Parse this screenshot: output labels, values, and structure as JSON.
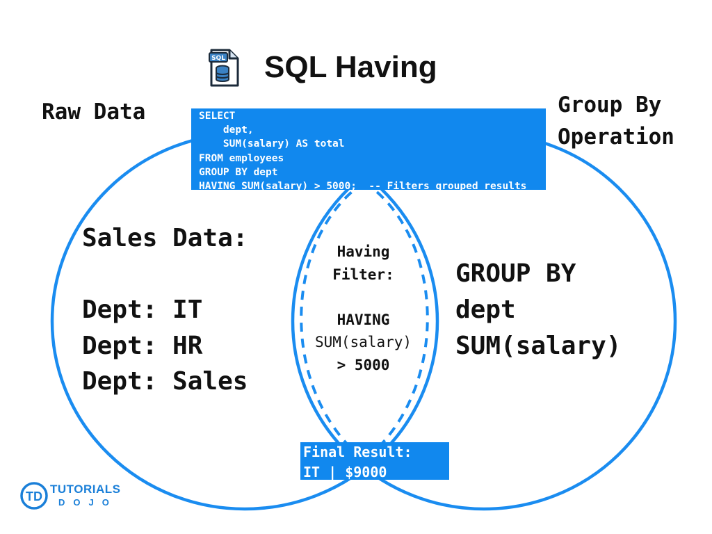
{
  "title": "SQL Having",
  "icon": "sql-file-database-icon",
  "colors": {
    "accent": "#1188ee",
    "circle": "#1a8cf0",
    "text": "#111111"
  },
  "labels": {
    "raw_data": "Raw Data",
    "group_by_operation": [
      "Group By",
      "Operation"
    ]
  },
  "code": [
    "SELECT",
    "    dept,",
    "    SUM(salary) AS total",
    "FROM employees",
    "GROUP BY dept",
    "HAVING SUM(salary) > 5000;  -- Filters grouped results"
  ],
  "left_circle": {
    "heading": "Sales Data:",
    "items": [
      "Dept: IT",
      "Dept: HR",
      "Dept: Sales"
    ]
  },
  "right_circle": {
    "lines": [
      "GROUP BY",
      "dept",
      "SUM(salary)"
    ]
  },
  "intersection": {
    "heading": [
      "Having",
      "Filter:"
    ],
    "condition": [
      "HAVING",
      "SUM(salary)",
      "> 5000"
    ]
  },
  "result": {
    "heading": "Final Result:",
    "value": "IT | $9000"
  },
  "logo": {
    "mark": "TD",
    "name": "TUTORIALS",
    "sub": "DOJO"
  }
}
